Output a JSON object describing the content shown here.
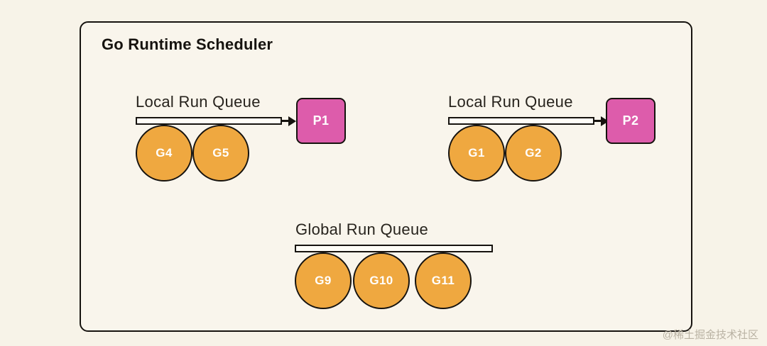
{
  "diagram": {
    "title": "Go Runtime Scheduler",
    "colors": {
      "background": "#f7f3e8",
      "panel": "#f9f5ec",
      "outline": "#16130f",
      "goroutine": "#efa840",
      "processor": "#dd5cab",
      "queue_bar": "#fffdf7",
      "label_text": "#27231d",
      "watermark_text": "#b9b2a3"
    },
    "groups": [
      {
        "id": "local-queue-1",
        "label": "Local Run Queue",
        "has_arrow": true,
        "goroutines": [
          {
            "id": "g4",
            "label": "G4"
          },
          {
            "id": "g5",
            "label": "G5"
          }
        ],
        "processor": {
          "id": "p1",
          "label": "P1"
        }
      },
      {
        "id": "local-queue-2",
        "label": "Local Run Queue",
        "has_arrow": true,
        "goroutines": [
          {
            "id": "g1",
            "label": "G1"
          },
          {
            "id": "g2",
            "label": "G2"
          }
        ],
        "processor": {
          "id": "p2",
          "label": "P2"
        }
      },
      {
        "id": "global-queue",
        "label": "Global Run Queue",
        "has_arrow": false,
        "goroutines": [
          {
            "id": "g9",
            "label": "G9"
          },
          {
            "id": "g10",
            "label": "G10"
          },
          {
            "id": "g11",
            "label": "G11"
          }
        ],
        "processor": null
      }
    ]
  },
  "watermark": "@稀土掘金技术社区"
}
